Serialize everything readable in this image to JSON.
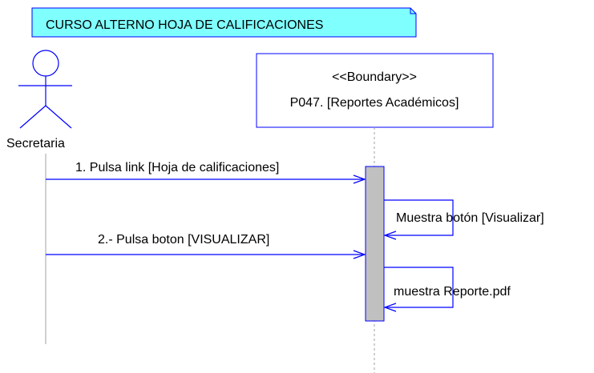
{
  "note": {
    "text": "CURSO ALTERNO HOJA DE CALIFICACIONES"
  },
  "actor": {
    "name": "Secretaria"
  },
  "boundary": {
    "stereotype": "<<Boundary>>",
    "name": "P047. [Reportes Académicos]"
  },
  "messages": [
    {
      "label": "1. Pulsa link [Hoja de calificaciones]"
    },
    {
      "label": "2.- Pulsa boton [VISUALIZAR]"
    }
  ],
  "self_messages": [
    {
      "label": "Muestra botón [Visualizar]"
    },
    {
      "label": "muestra Reporte.pdf"
    }
  ],
  "colors": {
    "note_fill": "#80ffff",
    "line_blue": "#0000ff",
    "activation_fill": "#c0c0c0",
    "lifeline_gray": "#a0a0a0"
  }
}
